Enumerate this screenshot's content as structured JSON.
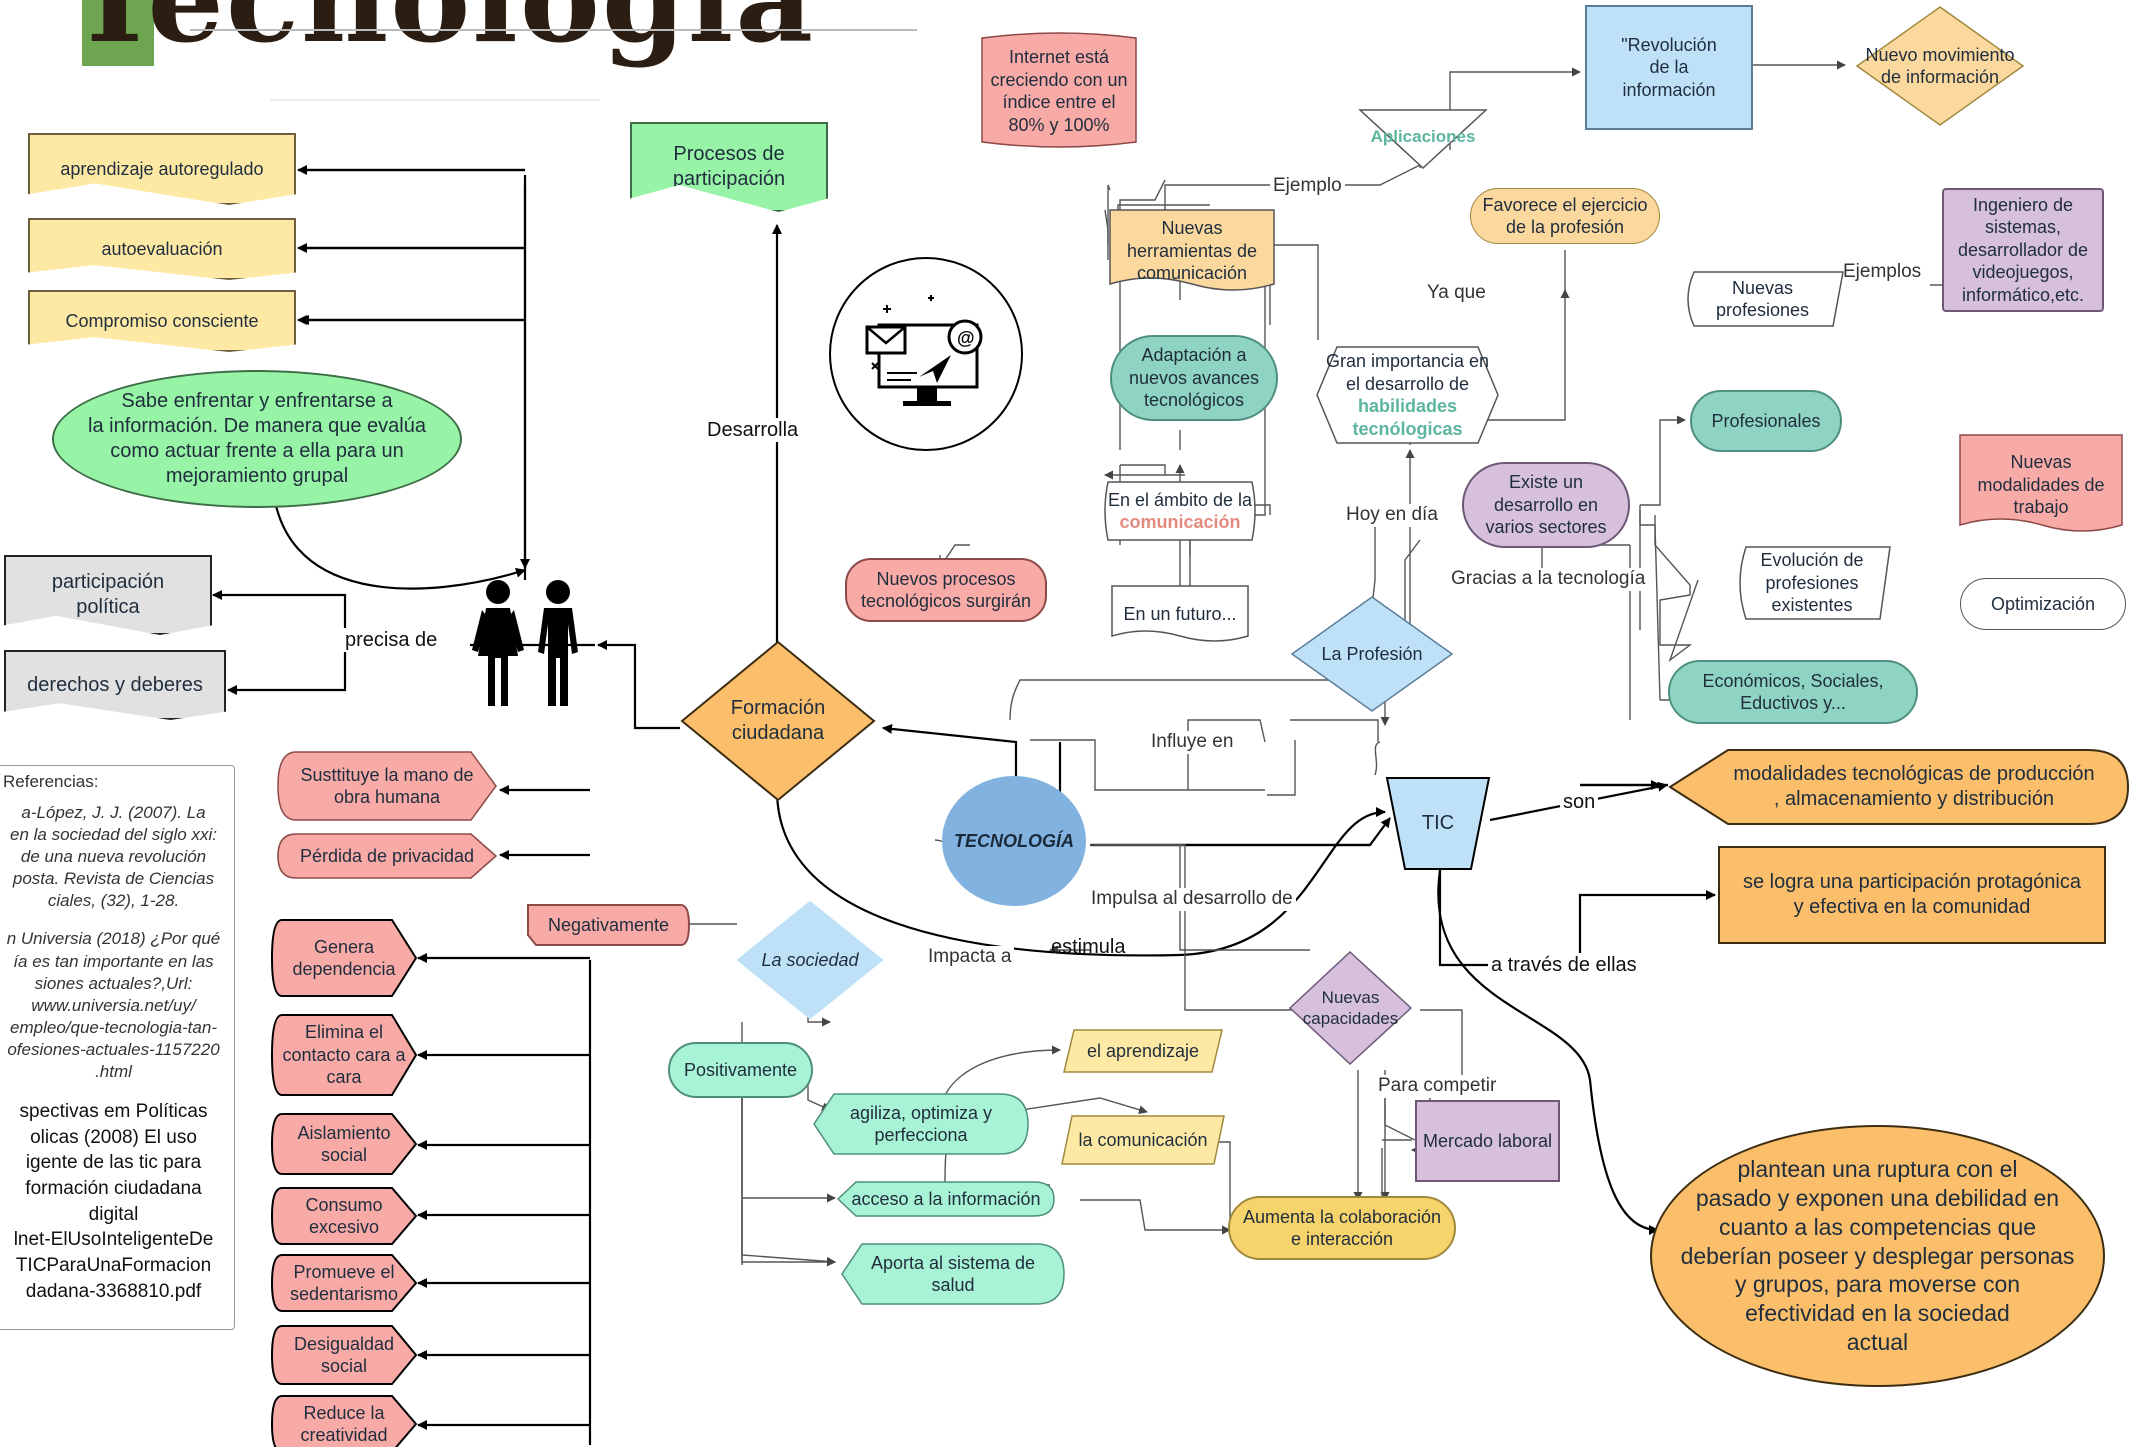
{
  "title": "Tecnología",
  "center": "TECNOLOGÍA",
  "left_branch": {
    "formacion": "Formación\nciudadana",
    "procesos": "Procesos de\nparticipación",
    "desarrolla": "Desarrolla",
    "aprendizaje": "aprendizaje autoregulado",
    "autoevaluacion": "autoevaluación",
    "compromiso": "Compromiso consciente",
    "sabe": "Sabe enfrentar y enfrentarse a\nla información. De manera que evalúa\ncomo actuar frente a ella para un\nmejoramiento grupal",
    "participacion": "participación\npolítica",
    "derechos": "derechos y deberes",
    "precisa": "precisa de"
  },
  "sociedad": {
    "title": "La sociedad",
    "impacta": "Impacta a",
    "negativamente": "Negativamente",
    "positivamente": "Positivamente",
    "negatives": [
      "Susttituye la mano de\nobra humana",
      "Pérdida de privacidad",
      "Genera\ndependencia",
      "Elimina el\ncontacto cara a\ncara",
      "Aislamiento\nsocial",
      "Consumo\nexcesivo",
      "Promueve el\nsedentarismo",
      "Desigualdad\nsocial",
      "Reduce la\ncreatividad"
    ],
    "positives": {
      "agiliza": "agiliza, optimiza y\nperfecciona",
      "acceso": "acceso a la información",
      "aporta": "Aporta al sistema de\nsalud",
      "aprendizaje": "el aprendizaje",
      "comunicacion": "la comunicación",
      "aumenta": "Aumenta la colaboración\ne interacción"
    }
  },
  "capacidades": {
    "nuevas": "Nuevas\ncapacidades",
    "impulsa": "Impulsa al desarrollo de",
    "competir": "Para competir",
    "mercado": "Mercado laboral"
  },
  "tic": {
    "label": "TIC",
    "estimula": "estimula",
    "son": "son",
    "modalidades": "modalidades tecnológicas de producción\n, almacenamiento y distribución",
    "traves": "a través de ellas",
    "logra": "se logra una participación protagónica\ny efectiva en la comunidad",
    "plantean": "plantean una ruptura con el\npasado y exponen una debilidad en\ncuanto a las competencias que\ndeberían poseer y desplegar personas\ny grupos, para moverse con\nefectividad en la sociedad\nactual"
  },
  "comunicacion": {
    "influye": "Influye en",
    "futuro": "En un futuro...",
    "nuevos_procesos": "Nuevos procesos\ntecnológicos surgirán",
    "ambito_a": "En el ámbito de la",
    "ambito_b": "comunicación",
    "adaptacion": "Adaptación a\nnuevos avances\ntecnológicos",
    "herramientas": "Nuevas\nherramientas de\ncomunicación",
    "internet": "Internet está\ncreciendo con un\níndice entre el\n80% y 100%",
    "ejemplo": "Ejemplo",
    "aplicaciones": "Aplicaciones",
    "revolucion": "\"Revolución\nde la\ninformación",
    "movimiento": "Nuevo movimiento\nde información"
  },
  "profesion": {
    "title": "La Profesión",
    "hoy": "Hoy en día",
    "importancia_a": "Gran importancia en\nel desarrollo de",
    "importancia_b": "habilidades\ntecnólogicas",
    "ya_que": "Ya que",
    "favorece": "Favorece el ejercicio\nde la profesión",
    "gracias": "Gracias a la tecnología",
    "existe": "Existe un\ndesarrollo en\nvarios sectores",
    "profesionales": "Profesionales",
    "nuevas_prof": "Nuevas\nprofesiones",
    "ejemplos": "Ejemplos",
    "ingeniero": "Ingeniero de\nsistemas,\ndesarrollador de\nvideojuegos,\ninformático,etc.",
    "evolucion": "Evolución de\nprofesiones\nexistentes",
    "modalidades": "Nuevas\nmodalidades de\ntrabajo",
    "optimizacion": "Optimización",
    "economicos": "Económicos,  Sociales,\nEductivos y..."
  },
  "references": {
    "heading": "Referencias:",
    "ref1": "a-López, J. J. (2007). La\nen la sociedad del siglo xxi:\nde una nueva revolución\nposta. Revista de Ciencias\nciales, (32), 1-28.",
    "ref2": "n Universia (2018) ¿Por qué\nía es tan importante en las\nsiones actuales?,Url:\nwww.universia.net/uy/\nempleo/que-tecnologia-tan-\nofesiones-actuales-1157220\n.html",
    "ref3": "spectivas em Políticas\nolicas (2008) El uso\nigente de las tic para\nformación ciudadana\ndigital\nlnet-ElUsoInteligenteDe\nTICParaUnaFormacion\ndadana-3368810.pdf"
  },
  "colors": {
    "yellow": "#fde9a4",
    "green": "#97f3a6",
    "teal": "#8fd4c2",
    "pink": "#f8aaa7",
    "orange": "#fbbe6b",
    "blue": "#bfe1f8",
    "purple": "#d6c0dc",
    "mint": "#a8f2d5",
    "gold": "#f7d36b",
    "center": "#82b3e0",
    "title_green": "#6da551"
  },
  "icons": [
    "computer-communication-icon",
    "people-icon"
  ]
}
